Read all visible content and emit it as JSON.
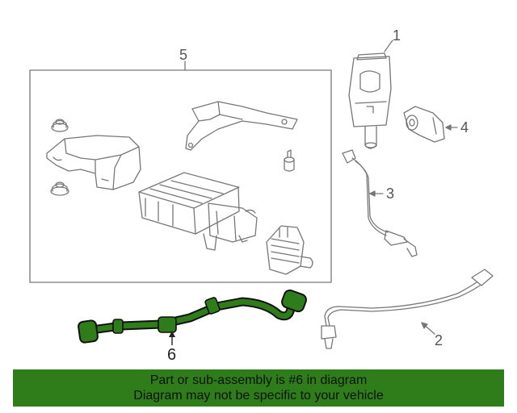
{
  "callouts": {
    "part_1": "1",
    "part_2": "2",
    "part_3": "3",
    "part_4": "4",
    "part_5": "5",
    "part_6": "6"
  },
  "banner": {
    "line1": "Part or sub-assembly is #6 in diagram",
    "line2": "Diagram may not be specific to your vehicle"
  },
  "colors": {
    "highlight": "#2e7d1a",
    "line_art": "#777777",
    "banner_bg": "#2e7d1a"
  }
}
